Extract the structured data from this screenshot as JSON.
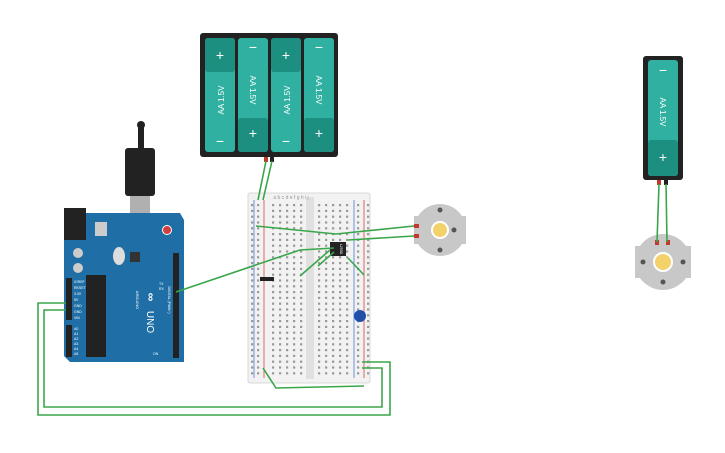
{
  "components": {
    "battery_pack_4aa": {
      "cells": [
        {
          "plus": "+",
          "minus": "−",
          "label": "AA 1.5V"
        },
        {
          "plus": "+",
          "minus": "−",
          "label": "AA 1.5V"
        },
        {
          "plus": "+",
          "minus": "−",
          "label": "AA 1.5V"
        },
        {
          "plus": "+",
          "minus": "−",
          "label": "AA 1.5V"
        }
      ]
    },
    "battery_single": {
      "plus": "+",
      "minus": "−",
      "label": "AA 1.5V"
    },
    "arduino": {
      "model": "UNO",
      "brand": "ARDUINO",
      "pins_power": [
        "IOREF",
        "RESET",
        "3.3V",
        "5V",
        "GND",
        "GND",
        "VIN"
      ],
      "pins_analog": [
        "A0",
        "A1",
        "A2",
        "A3",
        "A4",
        "A5"
      ],
      "digital_label": "DIGITAL (PWM~)",
      "tx": "TX",
      "rx": "RX",
      "on": "ON"
    },
    "breadboard": {
      "cols": "a b c d e   f g h i j"
    },
    "ic_chip": {
      "label": "L293D"
    }
  },
  "colors": {
    "battery_teal": "#2fb0a0",
    "battery_dark": "#1c8f80",
    "arduino_blue": "#1f6fa6",
    "wire_green": "#3aa64a",
    "breadboard": "#f2f2f2",
    "motor": "#c8c8c8"
  }
}
